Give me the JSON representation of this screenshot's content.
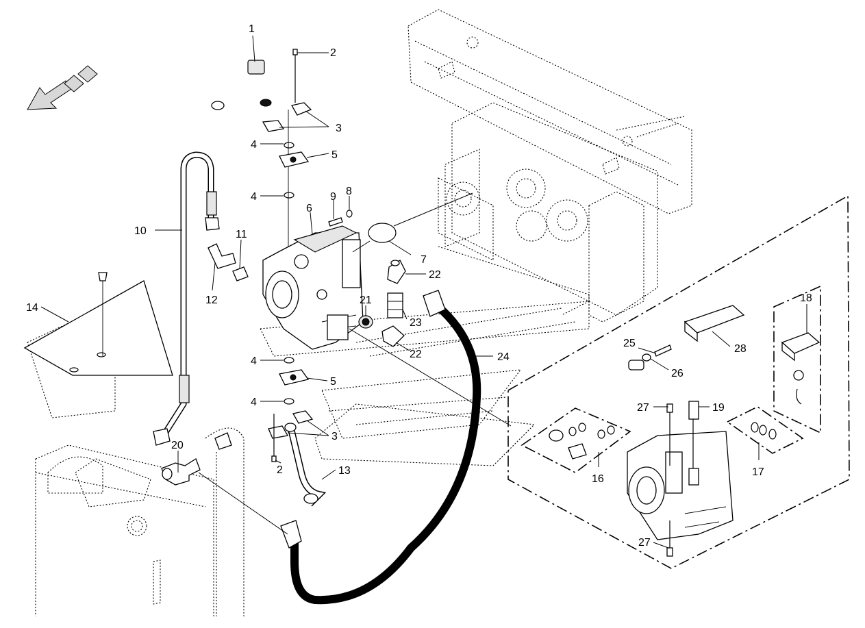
{
  "diagram": {
    "callouts": [
      "1",
      "2",
      "3",
      "4",
      "5",
      "4",
      "9",
      "8",
      "6",
      "7",
      "10",
      "11",
      "12",
      "14",
      "22",
      "21",
      "23",
      "22",
      "24",
      "4",
      "5",
      "4",
      "3",
      "2",
      "20",
      "13",
      "18",
      "25",
      "28",
      "26",
      "27",
      "19",
      "16",
      "17",
      "27"
    ]
  }
}
